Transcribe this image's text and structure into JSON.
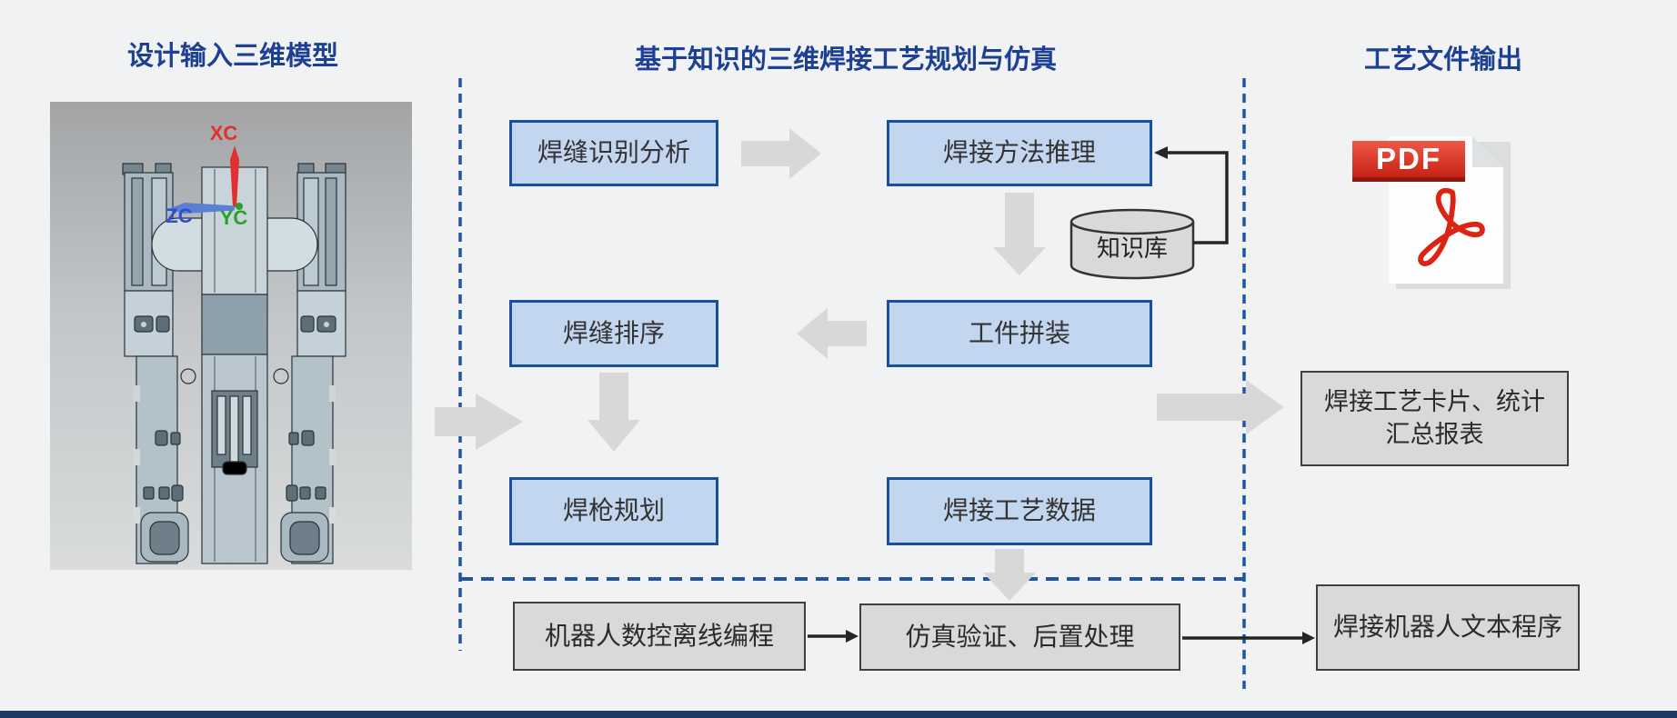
{
  "slide": {
    "background": "#f1f2f3",
    "footer_bar_color": "#1f3864"
  },
  "headers": {
    "left": "设计输入三维模型",
    "middle": "基于知识的三维焊接工艺规划与仿真",
    "right": "工艺文件输出",
    "color": "#1d3f94"
  },
  "cad": {
    "axes": {
      "x": "XC",
      "y": "YC",
      "z": "ZC"
    },
    "axis_colors": {
      "x": "#e03030",
      "y": "#27a327",
      "z": "#3a5fd9"
    }
  },
  "boxes": {
    "seam_recognition": "焊缝识别分析",
    "method_reasoning": "焊接方法推理",
    "workpiece_assembly": "工件拼装",
    "seam_sequencing": "焊缝排序",
    "torch_planning": "焊枪规划",
    "process_data": "焊接工艺数据",
    "knowledge_base": "知识库",
    "offline_programming": "机器人数控离线编程",
    "simulation_post": "仿真验证、后置处理",
    "robot_program": "焊接机器人文本程序",
    "process_card_report": "焊接工艺卡片、统计汇总报表"
  },
  "pdf_icon": {
    "label": "PDF",
    "red": "#d92a1c"
  },
  "colors": {
    "blue_box_fill": "#c3d6f0",
    "blue_box_border": "#1a4e9e",
    "gray_box_fill": "#d9d9d9",
    "gray_box_border": "#3f3f3f",
    "block_arrow": "#d8d8d8",
    "connector": "#262626",
    "dashed_line": "#2155a3"
  }
}
